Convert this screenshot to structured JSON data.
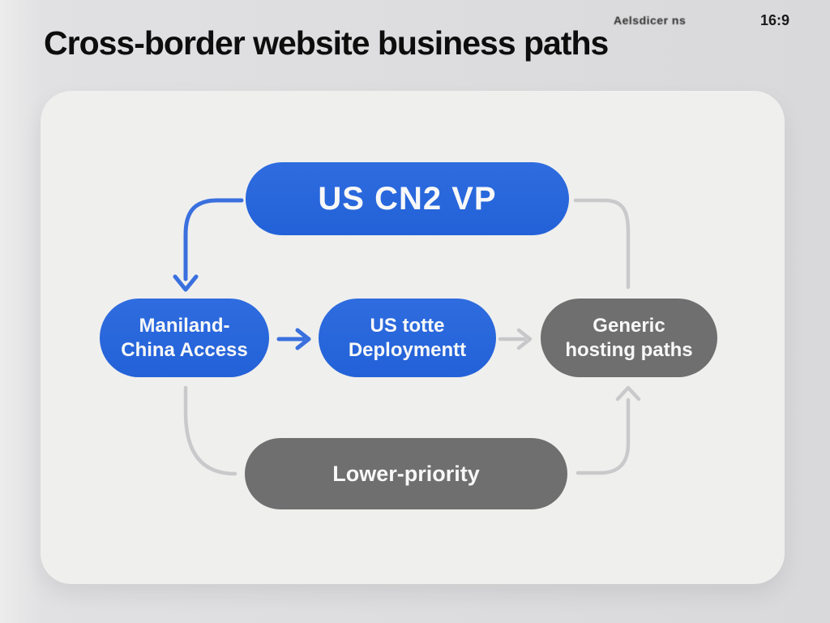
{
  "header": {
    "title": "Cross-border website business paths",
    "watermark": "Aelsdicer ns",
    "aspect_ratio": "16:9"
  },
  "colors": {
    "node_blue": "#2563db",
    "node_gray": "#6f6f6f",
    "arrow_blue": "#3a70de",
    "connector_gray": "#c7c7c9",
    "card_bg": "#efefee",
    "page_bg": "#dddddf"
  },
  "diagram": {
    "nodes": [
      {
        "id": "us-cn2-vp",
        "label": "US CN2 VP",
        "color": "blue"
      },
      {
        "id": "mainland-china-access",
        "line1": "Maniland-",
        "line2": "China Access",
        "color": "blue"
      },
      {
        "id": "us-deployment",
        "line1": "US totte",
        "line2": "Deploymentt",
        "color": "blue"
      },
      {
        "id": "generic-hosting-paths",
        "line1": "Generic",
        "line2": "hosting paths",
        "color": "gray"
      },
      {
        "id": "lower-priority",
        "label": "Lower-priority",
        "color": "gray"
      }
    ],
    "edges": [
      {
        "from": "US CN2 VP",
        "to": "Maniland-China Access",
        "style": "blue",
        "arrow": true
      },
      {
        "from": "Maniland-China Access",
        "to": "US totte Deploymentt",
        "style": "blue",
        "arrow": true
      },
      {
        "from": "US totte Deploymentt",
        "to": "Generic hosting paths",
        "style": "gray",
        "arrow": true
      },
      {
        "from": "US CN2 VP",
        "to": "Generic hosting paths",
        "style": "gray",
        "arrow": false
      },
      {
        "from": "Maniland-China Access",
        "to": "Lower-priority",
        "style": "gray",
        "arrow": false
      },
      {
        "from": "Lower-priority",
        "to": "Generic hosting paths",
        "style": "gray",
        "arrow": true
      }
    ]
  }
}
